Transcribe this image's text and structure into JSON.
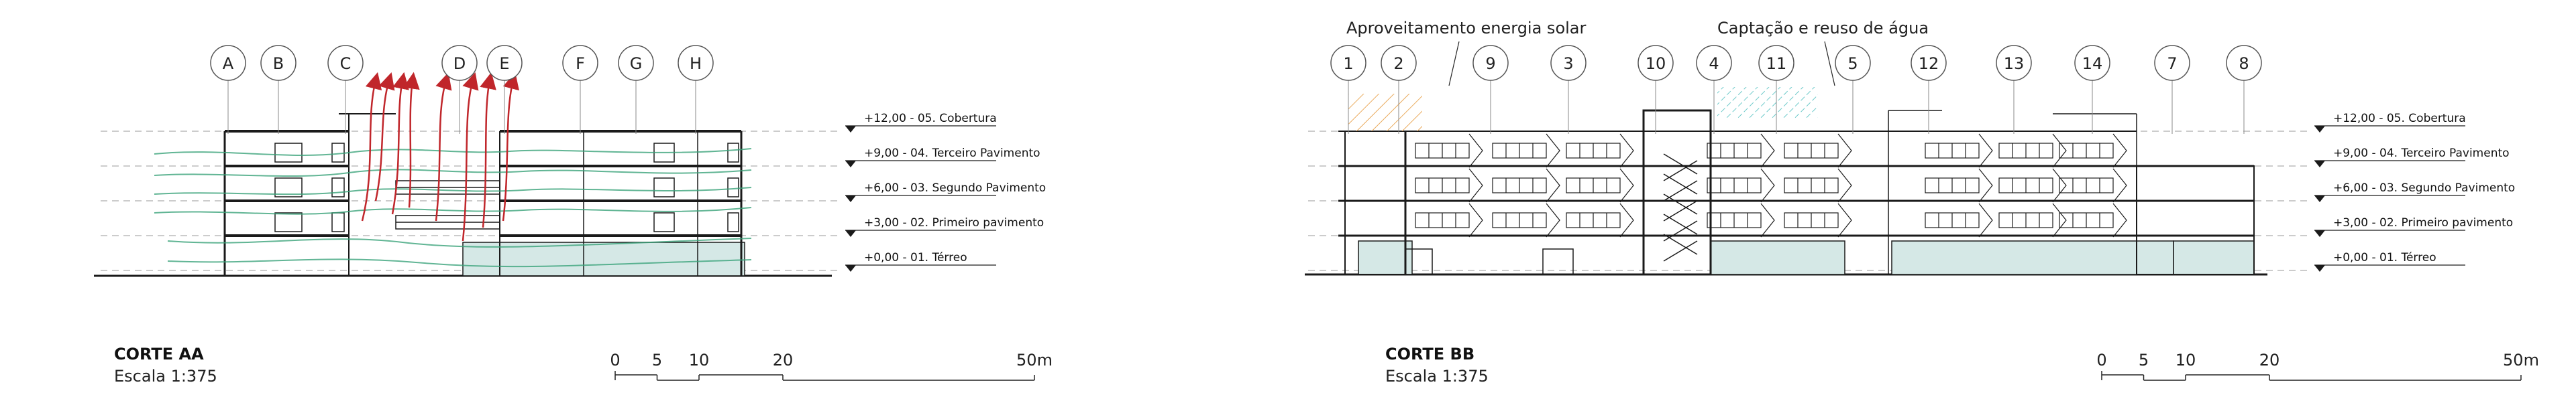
{
  "sections": [
    {
      "id": "AA",
      "title": "CORTE AA",
      "scale_text": "Escala 1:375",
      "grid_labels": [
        "A",
        "B",
        "C",
        "D",
        "E",
        "F",
        "G",
        "H"
      ],
      "levels": [
        "+12,00 - 05. Cobertura",
        "+9,00 - 04. Terceiro Pavimento",
        "+6,00 - 03. Segundo Pavimento",
        "+3,00 - 02. Primeiro pavimento",
        "+0,00 - 01. Térreo"
      ],
      "scale_bar": {
        "ticks": [
          "0",
          "5",
          "10",
          "20"
        ],
        "end_label": "50m"
      }
    },
    {
      "id": "BB",
      "title": "CORTE BB",
      "scale_text": "Escala 1:375",
      "grid_labels": [
        "1",
        "2",
        "9",
        "3",
        "10",
        "4",
        "11",
        "5",
        "12",
        "13",
        "14",
        "7",
        "8"
      ],
      "annotations": [
        "Aproveitamento energia solar",
        "Captação e reuso de água"
      ],
      "levels": [
        "+12,00 - 05. Cobertura",
        "+9,00 - 04. Terceiro Pavimento",
        "+6,00 - 03. Segundo Pavimento",
        "+3,00 - 02. Primeiro pavimento",
        "+0,00 - 01. Térreo"
      ],
      "scale_bar": {
        "ticks": [
          "0",
          "5",
          "10",
          "20"
        ],
        "end_label": "50m"
      }
    }
  ],
  "colors": {
    "line": "#1a1a1a",
    "glass": "#d5e8e6",
    "wind": "#3aa37a",
    "heat_arrow": "#c0262b",
    "solar": "#e8a14a",
    "water": "#5ec4c4"
  }
}
